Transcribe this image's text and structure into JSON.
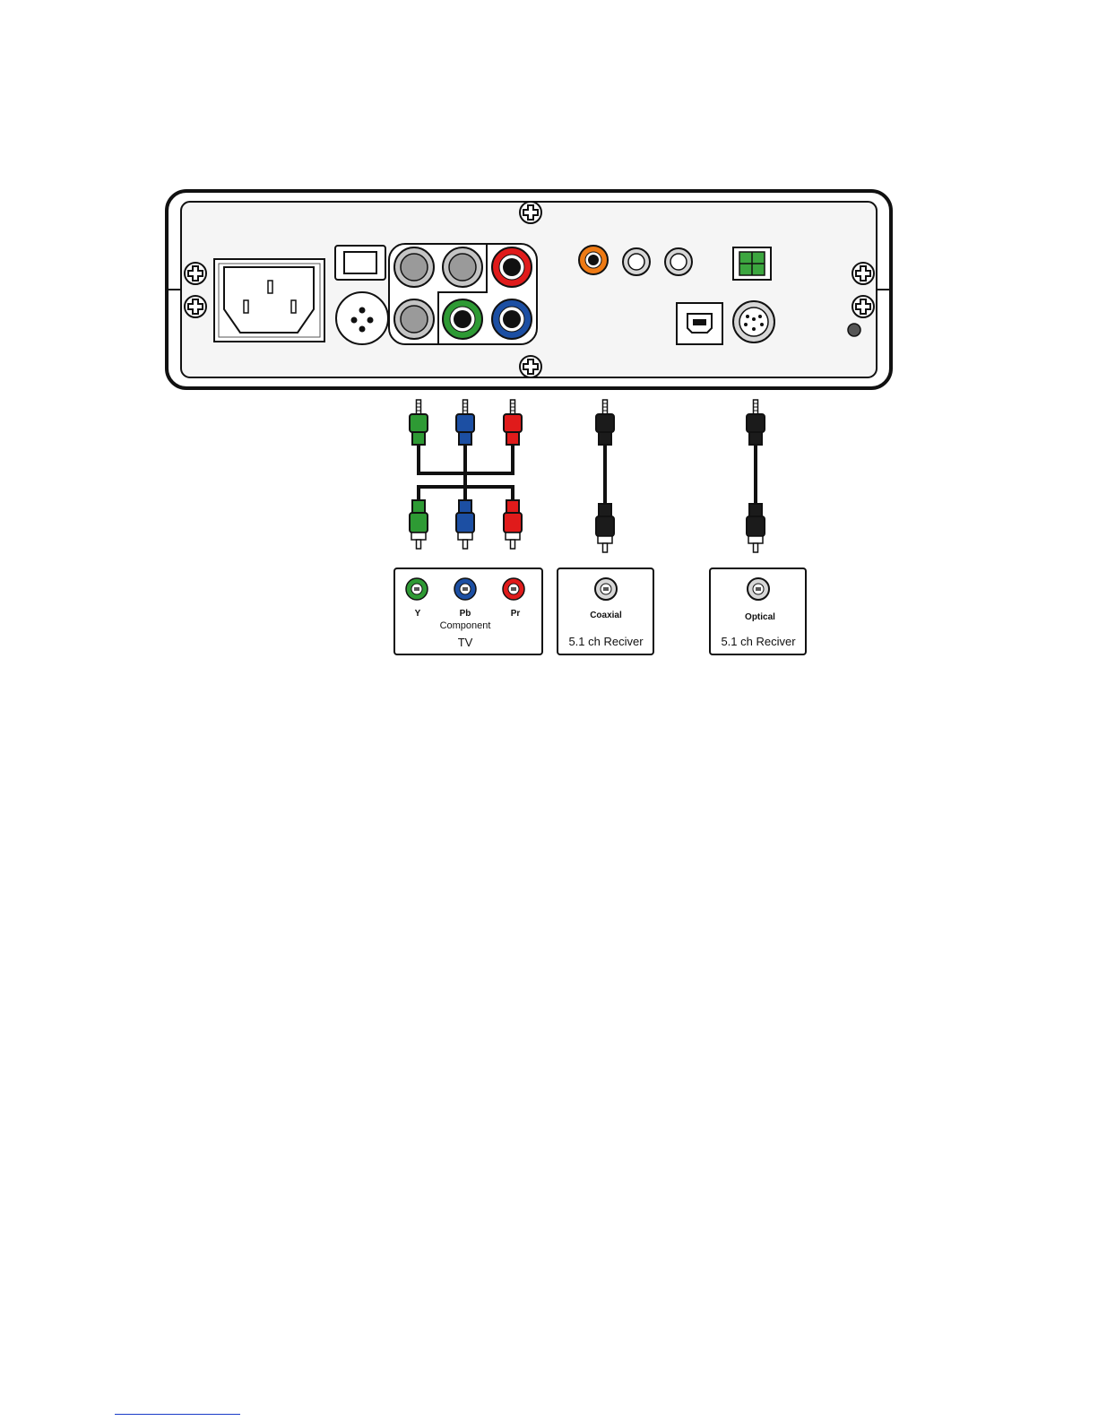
{
  "component_box": {
    "jack_labels": [
      "Y",
      "Pb",
      "Pr"
    ],
    "group_label": "Component",
    "device_label": "TV"
  },
  "coaxial_box": {
    "jack_label": "Coaxial",
    "device_label": "5.1 ch Reciver"
  },
  "optical_box": {
    "jack_label": "Optical",
    "device_label": "5.1 ch Reciver"
  },
  "colors": {
    "green": "#2e9a34",
    "blue": "#1c4fa3",
    "red": "#e01b1b",
    "orange": "#ee7a14",
    "black": "#1b1b1b",
    "gray": "#bdbdbd",
    "panel": "#f5f5f5",
    "outline": "#111111"
  }
}
